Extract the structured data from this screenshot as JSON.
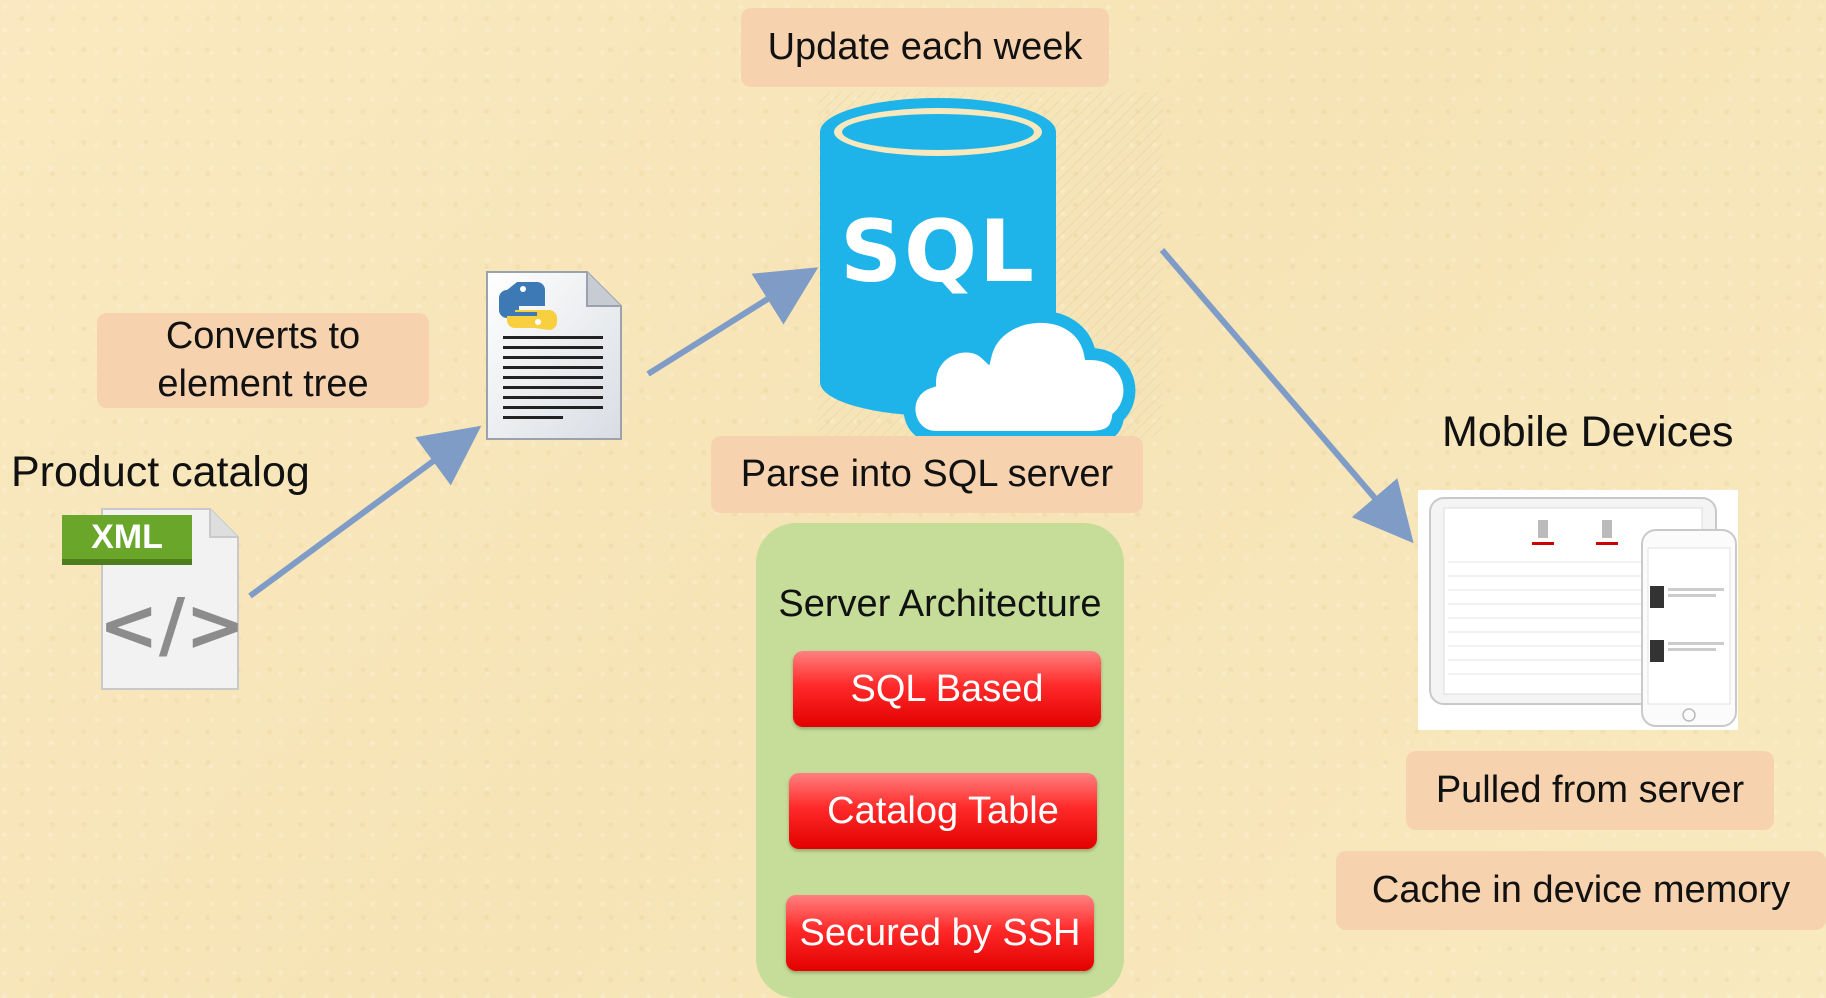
{
  "labels": {
    "update_each_week": "Update each week",
    "converts_to": "Converts to\nelement tree",
    "product_catalog": "Product catalog",
    "parse_into_sql": "Parse into SQL server",
    "mobile_devices": "Mobile Devices",
    "pulled_from_server": "Pulled from server",
    "cache_in_memory": "Cache in device memory"
  },
  "server_architecture": {
    "title": "Server Architecture",
    "items": [
      "SQL Based",
      "Catalog Table",
      "Secured by SSH"
    ]
  },
  "icons": {
    "xml_badge": "XML",
    "xml_code": "</>",
    "sql_text": "SQL"
  },
  "colors": {
    "background": "#f8e8bd",
    "pill": "#f6d3ae",
    "server_box": "#c5dd98",
    "red_button": "#ff2a2a",
    "arrow": "#7f9cc7",
    "sql_blue": "#1eb4ea",
    "xml_green": "#6aa62a"
  }
}
